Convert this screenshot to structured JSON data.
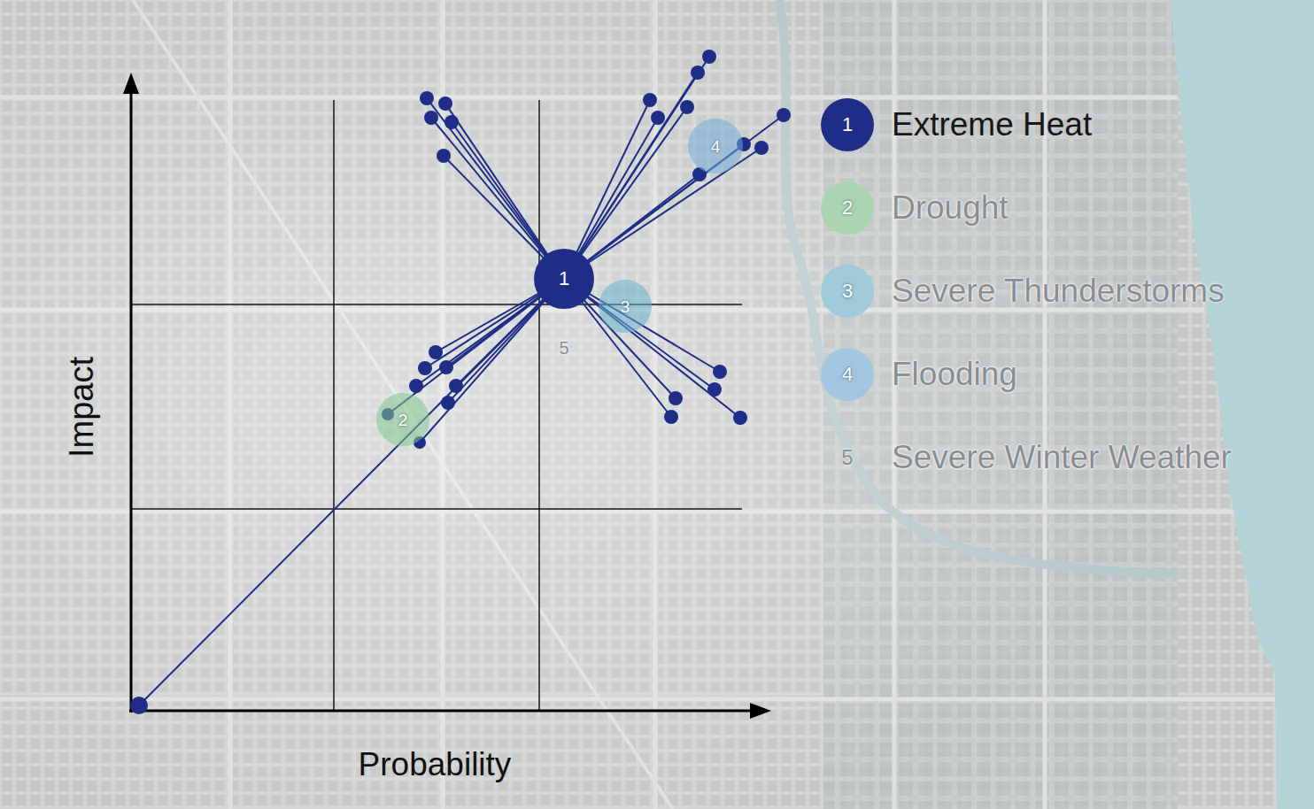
{
  "diagram": {
    "nodes": [
      {
        "text": [
          "1"
        ]
      },
      {
        "text": [
          "2"
        ]
      },
      {
        "text": [
          "3"
        ]
      },
      {
        "text": [
          "4"
        ]
      }
    ],
    "labels": [
      "1",
      "2",
      "3",
      "4",
      "5",
      "5",
      "Impact",
      "Probability"
    ],
    "legend": [
      {
        "text": "Extreme Heat",
        "color": "#1f2d86"
      },
      {
        "text": "Drought",
        "color": "#a9d3b1"
      },
      {
        "text": "Severe Thunderstorms",
        "color": "#9ecad9"
      },
      {
        "text": "Flooding",
        "color": "#a2c6df"
      },
      {
        "text": "Severe Winter Weather"
      }
    ]
  }
}
